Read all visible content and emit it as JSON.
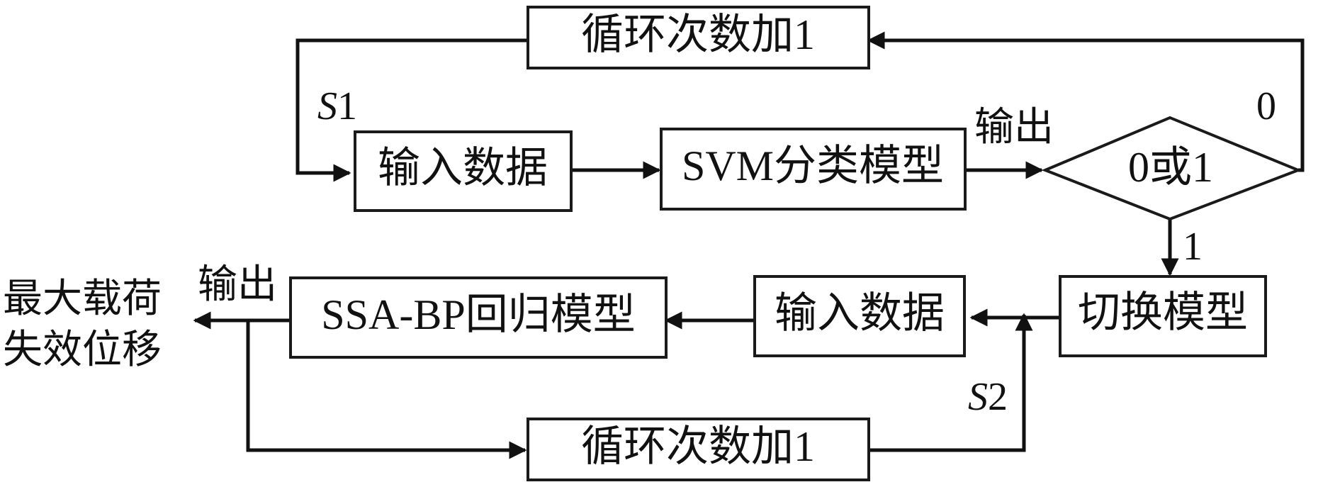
{
  "nodes": {
    "loop_top": "循环次数加1",
    "input_top": "输入数据",
    "svm": "SVM分类模型",
    "decision": "0或1",
    "switch_model": "切换模型",
    "input_bottom": "输入数据",
    "ssa_bp": "SSA-BP回归模型",
    "loop_bottom": "循环次数加1"
  },
  "labels": {
    "s1_letter": "S",
    "s1_num": "1",
    "output_top": "输出",
    "zero_branch": "0",
    "one_branch": "1",
    "s2_letter": "S",
    "s2_num": "2",
    "output_bottom": "输出",
    "result_line1": "最大载荷",
    "result_line2": "失效位移"
  }
}
